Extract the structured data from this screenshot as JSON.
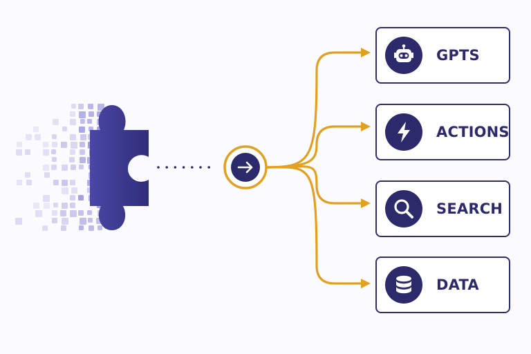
{
  "colors": {
    "primary": "#2c2a6b",
    "accent": "#e3a01f",
    "card_border": "#2e2d6e",
    "background": "#fbfbfd",
    "pixel_light": "#c9c6ec"
  },
  "source": {
    "icon": "puzzle-piece-icon"
  },
  "hub": {
    "icon": "arrow-right-icon"
  },
  "targets": [
    {
      "label": "GPTS",
      "icon": "robot-icon"
    },
    {
      "label": "ACTIONS",
      "icon": "lightning-icon"
    },
    {
      "label": "SEARCH",
      "icon": "search-icon"
    },
    {
      "label": "DATA",
      "icon": "database-icon"
    }
  ]
}
